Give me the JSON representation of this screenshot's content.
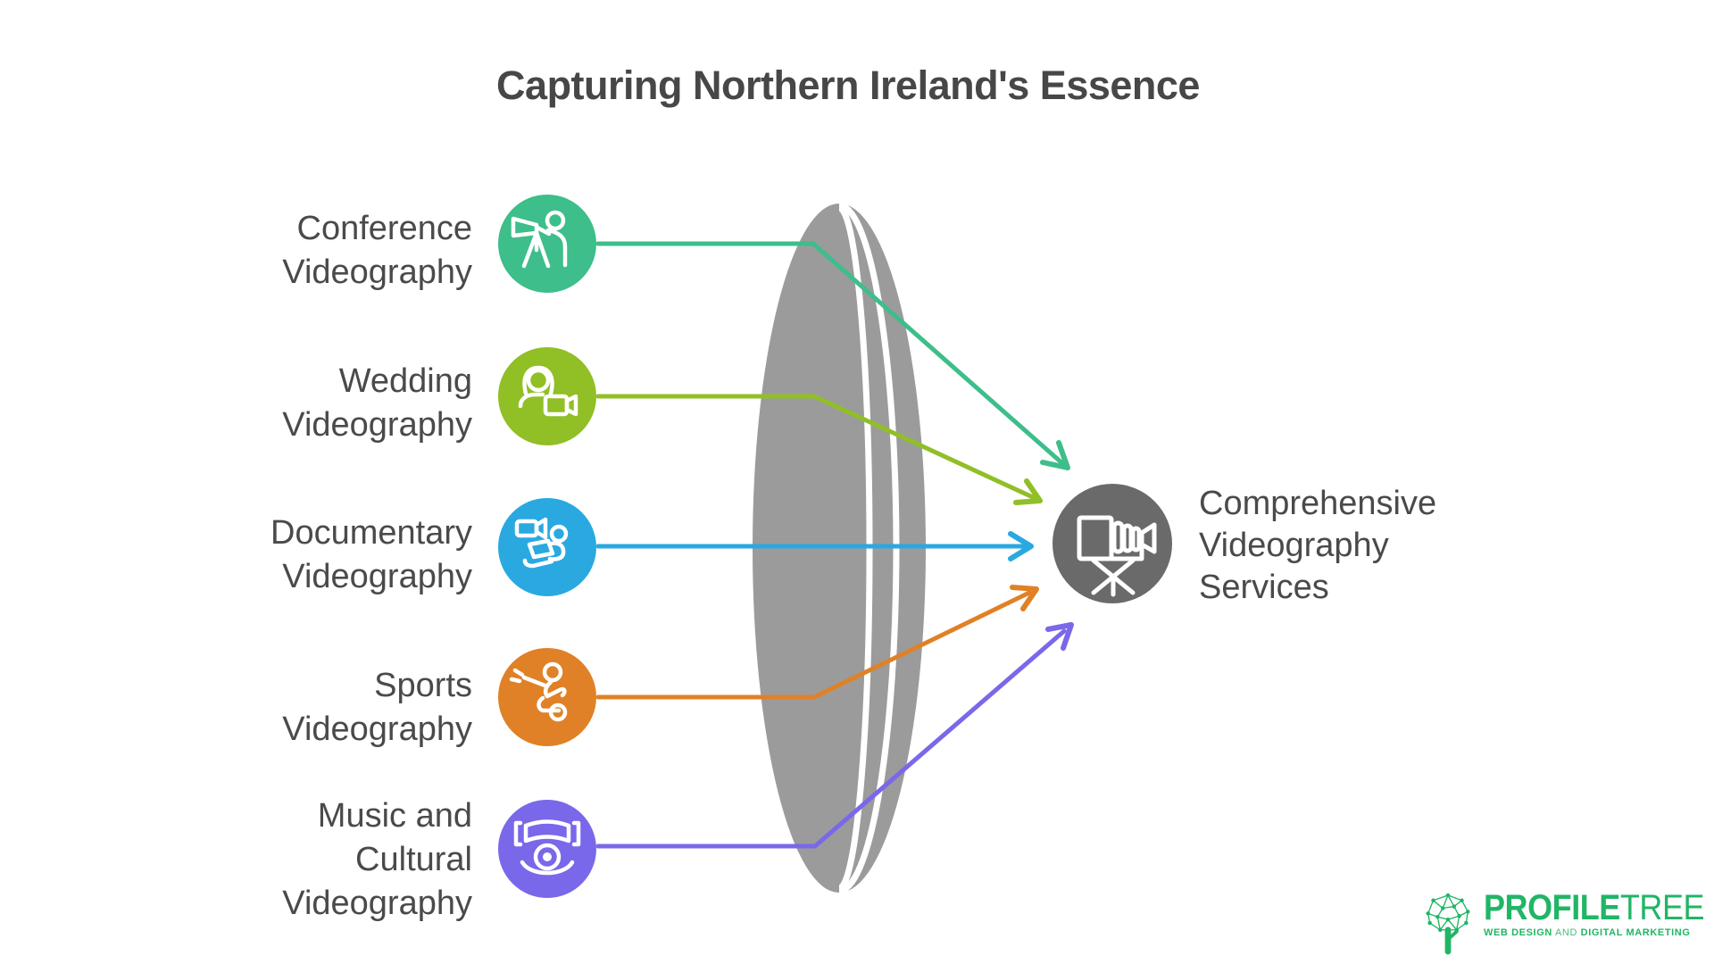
{
  "title": "Capturing Northern Ireland's Essence",
  "colors": {
    "title_text": "#474747",
    "label_text": "#4A4A4A",
    "lens": "#9B9B9B",
    "icon_stroke": "#FFFFFF",
    "logo_green": "#21B566"
  },
  "services": [
    {
      "name": "Conference Videography",
      "lines": [
        "Conference",
        "Videography"
      ],
      "icon": "conference-camera-operator-icon",
      "color": "#3DBE8A"
    },
    {
      "name": "Wedding Videography",
      "lines": [
        "Wedding",
        "Videography"
      ],
      "icon": "bride-with-video-camera-icon",
      "color": "#90BF26"
    },
    {
      "name": "Documentary Videography",
      "lines": [
        "Documentary",
        "Videography"
      ],
      "icon": "filmmaker-with-laptop-icon",
      "color": "#29A9E0"
    },
    {
      "name": "Sports Videography",
      "lines": [
        "Sports",
        "Videography"
      ],
      "icon": "athlete-action-icon",
      "color": "#E08127"
    },
    {
      "name": "Music and Cultural Videography",
      "lines": [
        "Music and",
        "Cultural",
        "Videography"
      ],
      "icon": "stage-performance-icon",
      "color": "#7968EA"
    }
  ],
  "target": {
    "name": "Comprehensive Videography Services",
    "lines": [
      "Comprehensive",
      "Videography",
      "Services"
    ],
    "icon": "video-camera-on-tripod-icon",
    "color": "#6A6A6A"
  },
  "logo": {
    "brand_primary": "PROFILE",
    "brand_secondary": "TREE",
    "tagline_bold_1": "WEB DESIGN",
    "tagline_regular": "AND",
    "tagline_bold_2": "DIGITAL MARKETING"
  }
}
